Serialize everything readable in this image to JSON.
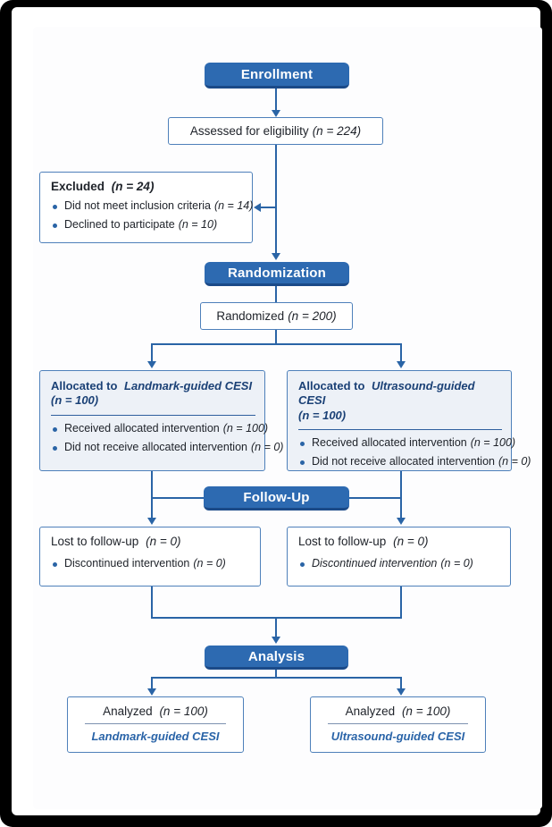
{
  "figure": {
    "type": "consort-flow-diagram",
    "colors": {
      "phase_fill": "#2d6ab1",
      "phase_edge": "#1b4a88",
      "line": "#2a64a6",
      "box_border": "#4e80ba",
      "alloc_bg": "#edf1f7",
      "heading_navy": "#1b4176",
      "group_blue": "#2a64a8",
      "frame": "#000000"
    }
  },
  "phases": {
    "enrollment": "Enrollment",
    "randomization": "Randomization",
    "follow_up": "Follow-Up",
    "analysis": "Analysis"
  },
  "boxes": {
    "assessed": {
      "text": "Assessed for eligibility",
      "n": "(n = 224)"
    },
    "excluded": {
      "title": "Excluded",
      "title_n": "(n = 24)",
      "items": [
        {
          "text": "Did not meet inclusion criteria",
          "n": "(n = 14)"
        },
        {
          "text": "Declined to participate",
          "n": "(n = 10)"
        }
      ]
    },
    "randomized": {
      "text": "Randomized",
      "n": "(n = 200)"
    },
    "alloc_left": {
      "prefix": "Allocated to",
      "group": "Landmark-guided CESI",
      "n": "(n = 100)",
      "items": [
        {
          "text": "Received allocated intervention",
          "n": "(n = 100)"
        },
        {
          "text": "Did not receive allocated intervention",
          "n": "(n = 0)"
        }
      ]
    },
    "alloc_right": {
      "prefix": "Allocated to",
      "group": "Ultrasound-guided CESI",
      "n": "(n = 100)",
      "items": [
        {
          "text": "Received allocated intervention",
          "n": "(n = 100)"
        },
        {
          "text": "Did not receive allocated intervention",
          "n": "(n = 0)"
        }
      ]
    },
    "followup_left": {
      "title": "Lost to follow-up",
      "title_n": "(n = 0)",
      "item": {
        "text": "Discontinued intervention",
        "n": "(n = 0)"
      }
    },
    "followup_right": {
      "title": "Lost to follow-up",
      "title_n": "(n = 0)",
      "item": {
        "text": "Discontinued intervention",
        "n": "(n = 0)"
      }
    },
    "analyzed_left": {
      "text": "Analyzed",
      "n": "(n = 100)",
      "group": "Landmark-guided CESI"
    },
    "analyzed_right": {
      "text": "Analyzed",
      "n": "(n = 100)",
      "group": "Ultrasound-guided CESI"
    }
  }
}
